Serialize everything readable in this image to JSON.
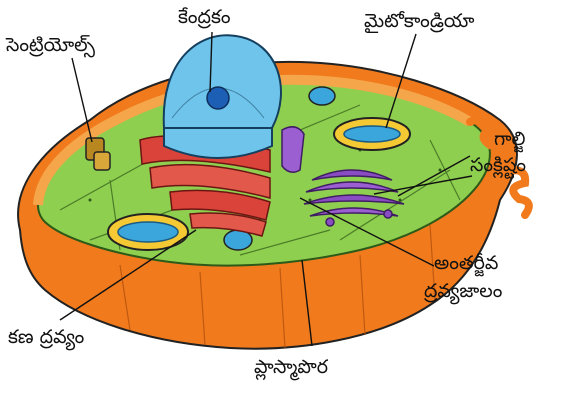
{
  "labels": {
    "nucleus": "కేంద్రకం",
    "centrioles": "సెంట్రియోల్స్",
    "mitochondria": "మైటోకాండ్రియా",
    "golgi_line1": "గాల్జి",
    "golgi_line2": "సంక్లిష్టం",
    "er_line1": "అంతర్జీవ",
    "er_line2": "ద్రవ్యజాలం",
    "cytoplasm": "కణ ద్రవ్యం",
    "plasma_membrane": "ప్లాస్మాపొర"
  },
  "colors": {
    "cytoplasm": "#8fcf4f",
    "membrane_outer": "#f07a1c",
    "membrane_top": "#f5a54a",
    "nucleus": "#6ec4ea",
    "nucleolus": "#1d5fb4",
    "er": "#d9433a",
    "golgi": "#8a4cc2",
    "mitochondria_outer": "#f5c933",
    "mitochondria_inner": "#3aa6dc",
    "centriole": "#b8871f"
  }
}
